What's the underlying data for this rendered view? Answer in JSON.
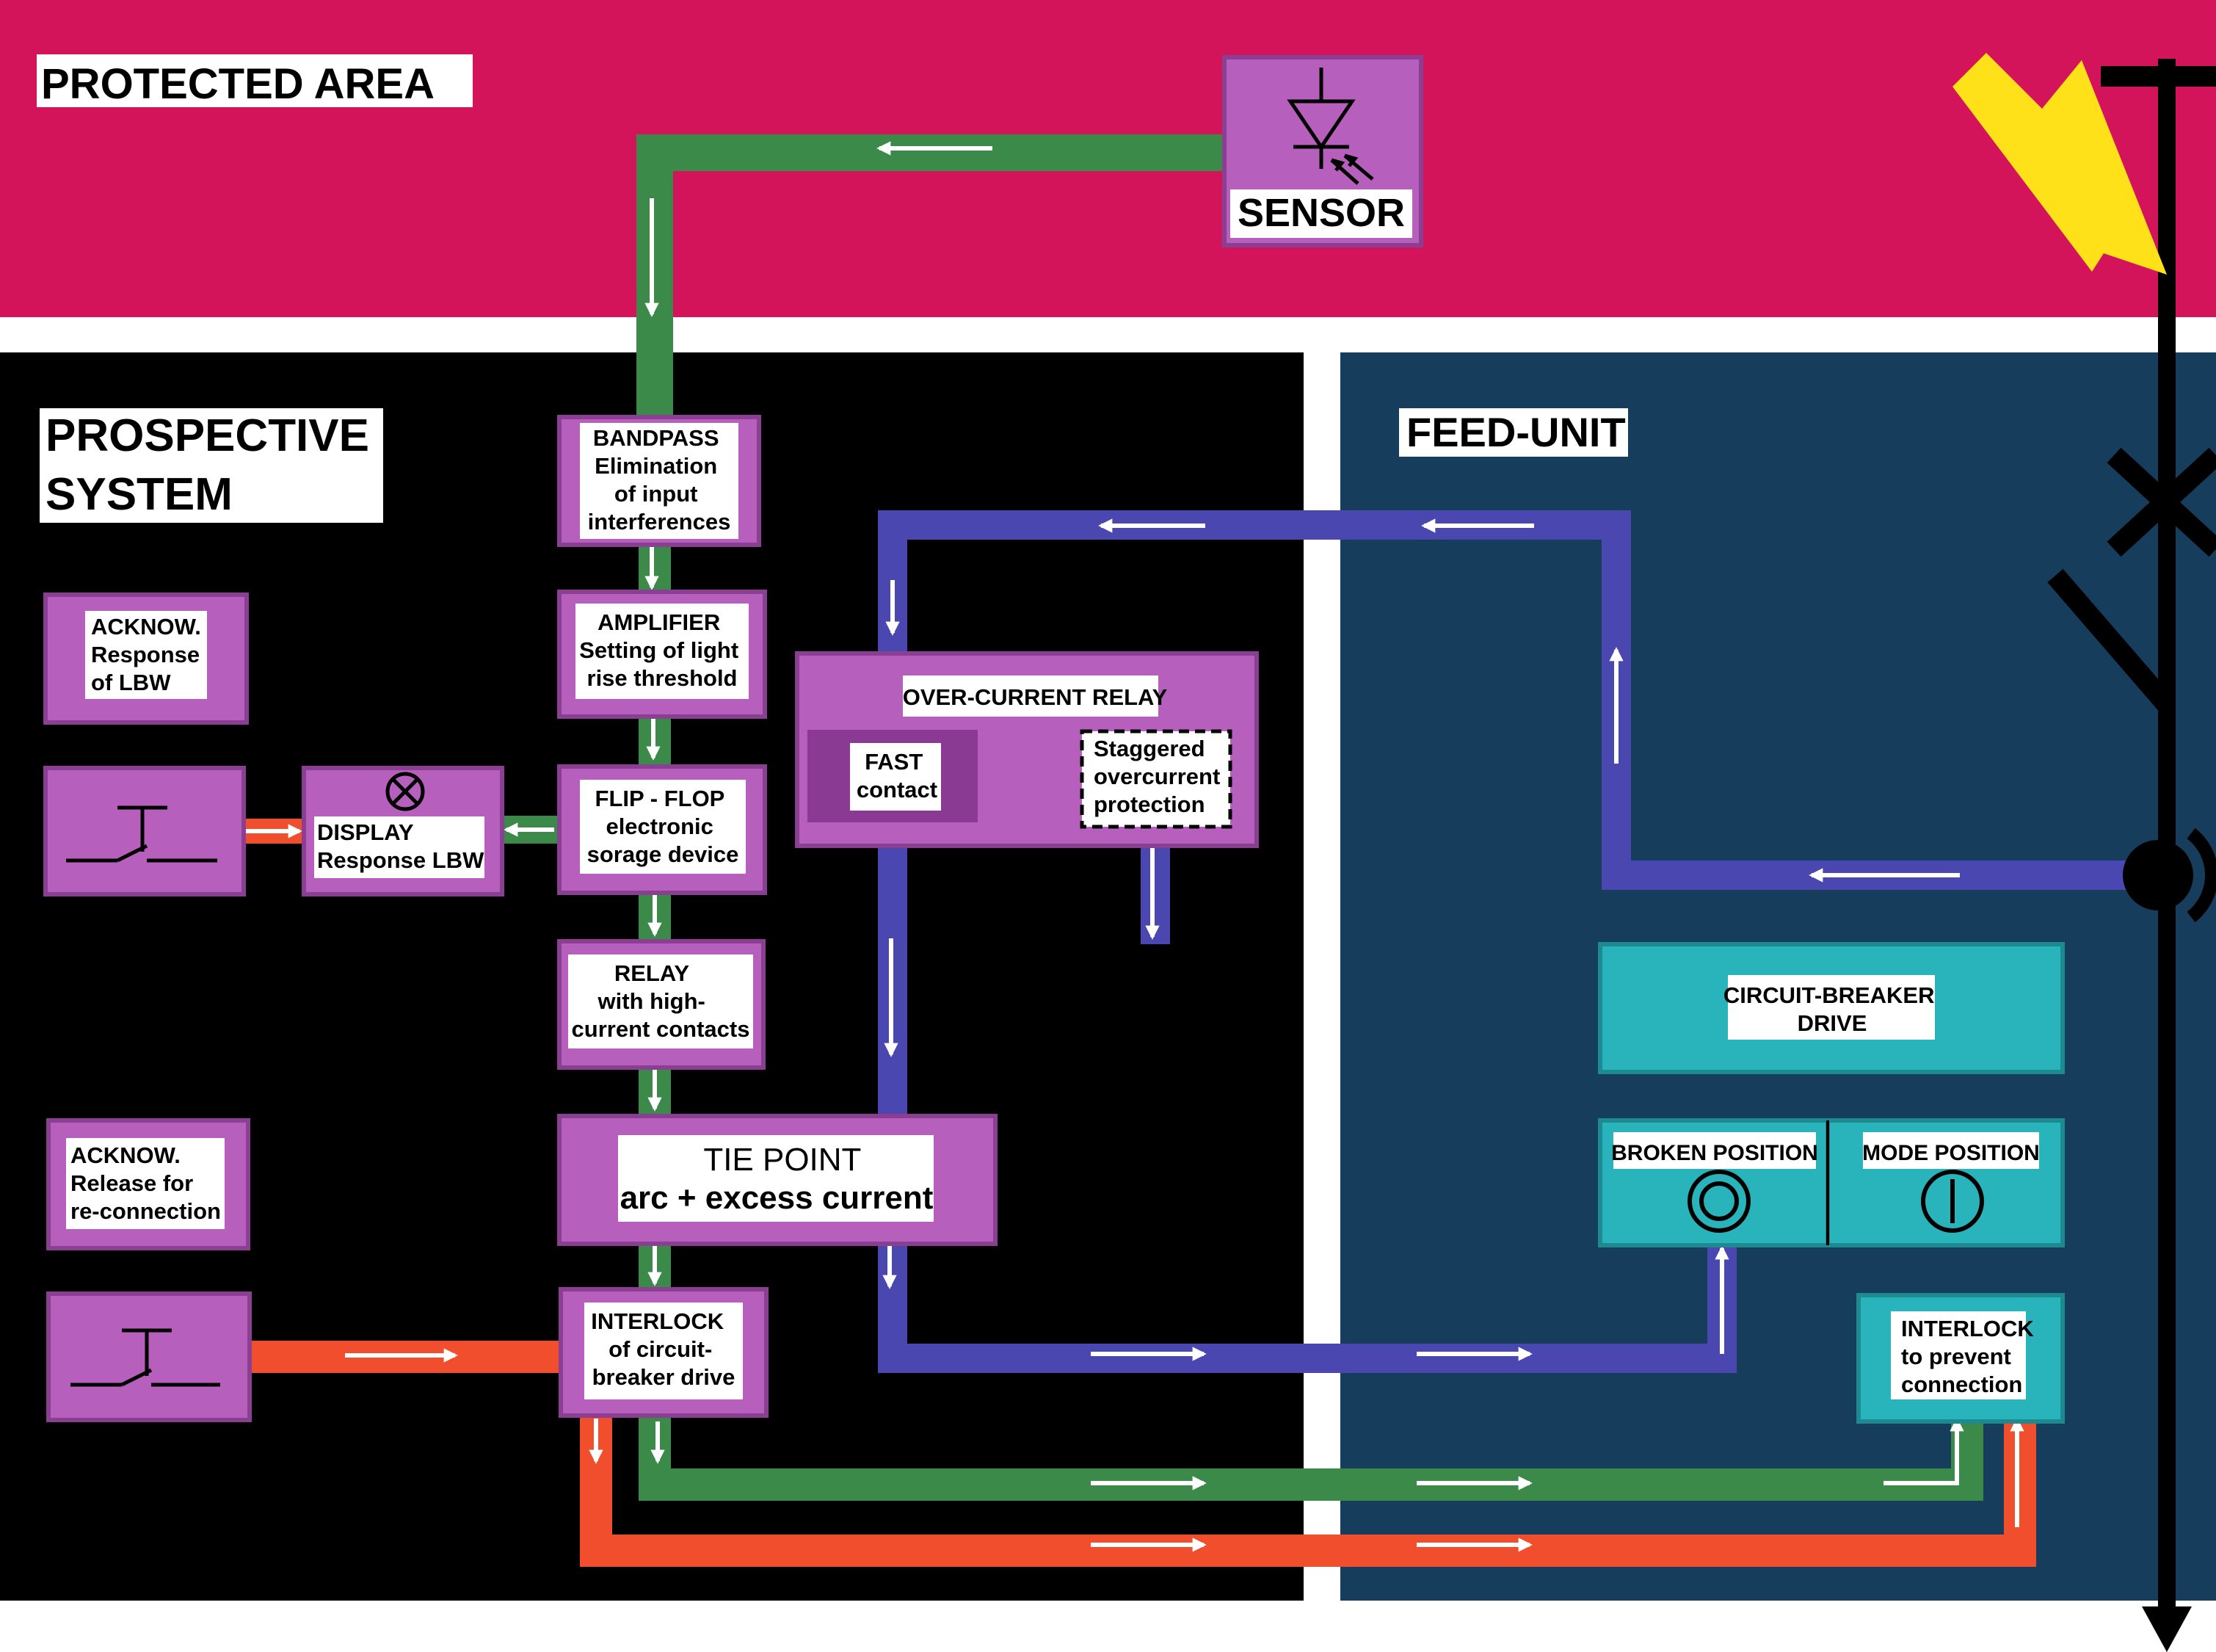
{
  "colors": {
    "protected_area": "#d4145a",
    "prospective_system": "#000000",
    "feed_unit": "#163e5c",
    "block_violet": "#b65fbd",
    "block_teal": "#29b3ba",
    "line_green": "#3c8a4a",
    "line_blue": "#4a48b0",
    "line_red": "#f04e2c",
    "lightning": "#ffe11a"
  },
  "regions": {
    "protected_area": "PROTECTED AREA",
    "prospective_system_line1": "PROSPECTIVE",
    "prospective_system_line2": "SYSTEM",
    "feed_unit": "FEED-UNIT"
  },
  "blocks": {
    "sensor": {
      "label": "SENSOR",
      "icon": "photodiode-icon"
    },
    "bandpass": {
      "lines": [
        "BANDPASS",
        "Elimination",
        "of input",
        "interferences"
      ]
    },
    "amplifier": {
      "lines": [
        "AMPLIFIER",
        "Setting of light",
        "rise threshold"
      ]
    },
    "flipflop": {
      "lines": [
        "FLIP - FLOP",
        "electronic",
        "sorage device"
      ]
    },
    "relay": {
      "lines": [
        "RELAY",
        "with high-",
        "current contacts"
      ]
    },
    "tie_point": {
      "lines": [
        "TIE POINT",
        "arc + excess current"
      ]
    },
    "interlock_cb": {
      "lines": [
        "INTERLOCK",
        "of circuit-",
        "breaker drive"
      ]
    },
    "ack_response": {
      "lines": [
        "ACKNOW.",
        "Response",
        "of LBW"
      ]
    },
    "ack_release": {
      "lines": [
        "ACKNOW.",
        "Release for",
        "re-connection"
      ]
    },
    "display": {
      "lines": [
        "DISPLAY",
        "Response LBW"
      ],
      "icon": "indicator-lamp-icon"
    },
    "switch_upper": {
      "icon": "pushbutton-switch-icon"
    },
    "switch_lower": {
      "icon": "pushbutton-switch-icon"
    },
    "overcurrent_relay": {
      "title": "OVER-CURRENT RELAY",
      "fast_lines": [
        "FAST",
        "contact"
      ],
      "staggered_lines": [
        "Staggered",
        "overcurrent",
        "protection"
      ]
    },
    "cb_drive": {
      "lines": [
        "CIRCUIT-BREAKER",
        "DRIVE"
      ]
    },
    "broken_position": {
      "label": "BROKEN POSITION",
      "icon": "off-position-icon"
    },
    "mode_position": {
      "label": "MODE POSITION",
      "icon": "on-position-icon"
    },
    "interlock_prevent": {
      "lines": [
        "INTERLOCK",
        "to prevent",
        "connection"
      ]
    }
  },
  "symbols": {
    "lightning": "lightning-icon",
    "busbar": "busbar-icon",
    "breaker_contact": "breaker-contact-icon",
    "current_transformer": "current-transformer-icon"
  }
}
